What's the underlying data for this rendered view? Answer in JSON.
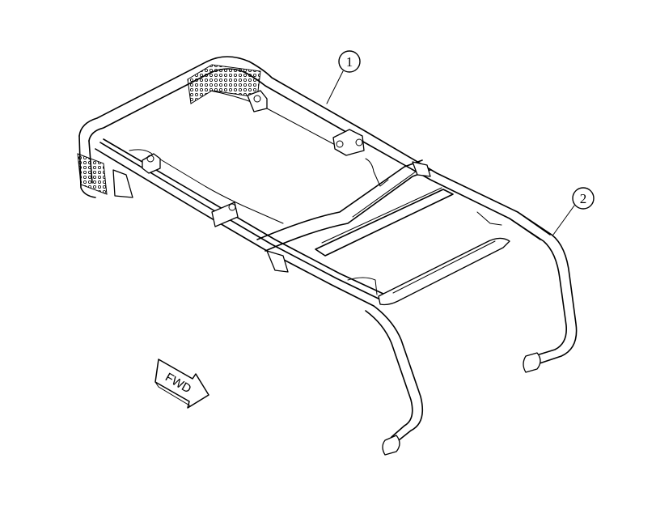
{
  "callouts": [
    {
      "id": "callout-1",
      "label": "1"
    },
    {
      "id": "callout-2",
      "label": "2"
    }
  ],
  "direction_arrow": {
    "label": "FWD"
  }
}
